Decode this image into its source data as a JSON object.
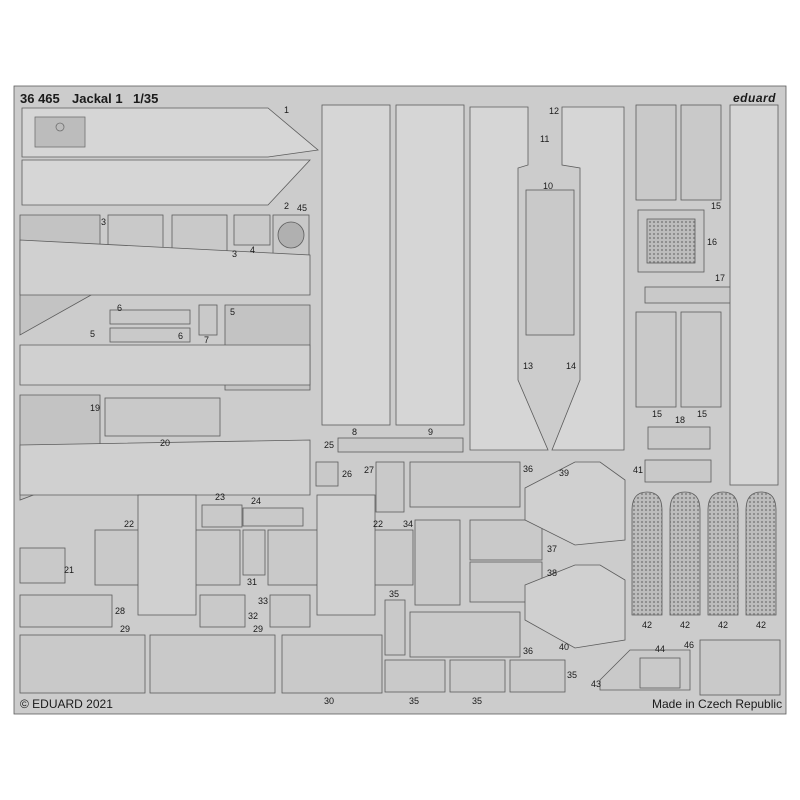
{
  "sheet": {
    "code": "36 465",
    "name": "Jackal 1",
    "scale": "1/35",
    "brand": "eduard",
    "copyright": "© EDUARD 2021",
    "origin": "Made in Czech Republic"
  },
  "colors": {
    "metal": "#c9c9c9",
    "metal_light": "#d9d9d9",
    "metal_dark": "#a9a9a9",
    "outline": "#5c5c5c",
    "ink": "#1a1a1a"
  },
  "part_numbers": {
    "p1": "1",
    "p2": "2",
    "p3a": "3",
    "p3b": "3",
    "p4": "4",
    "p45": "45",
    "p5a": "5",
    "p5b": "5",
    "p6a": "6",
    "p6b": "6",
    "p7": "7",
    "p8": "8",
    "p9": "9",
    "p10": "10",
    "p11": "11",
    "p12": "12",
    "p13": "13",
    "p14": "14",
    "p15a": "15",
    "p15b": "15",
    "p15c": "15",
    "p16": "16",
    "p17": "17",
    "p18": "18",
    "p19": "19",
    "p20": "20",
    "p21": "21",
    "p22a": "22",
    "p22b": "22",
    "p23": "23",
    "p24": "24",
    "p25": "25",
    "p26": "26",
    "p27": "27",
    "p28": "28",
    "p29a": "29",
    "p29b": "29",
    "p30": "30",
    "p31": "31",
    "p32": "32",
    "p33": "33",
    "p34": "34",
    "p35a": "35",
    "p35b": "35",
    "p35c": "35",
    "p35d": "35",
    "p36a": "36",
    "p36b": "36",
    "p37": "37",
    "p38": "38",
    "p39": "39",
    "p40": "40",
    "p41": "41",
    "p42a": "42",
    "p42b": "42",
    "p42c": "42",
    "p42d": "42",
    "p43": "43",
    "p44": "44",
    "p46": "46"
  }
}
